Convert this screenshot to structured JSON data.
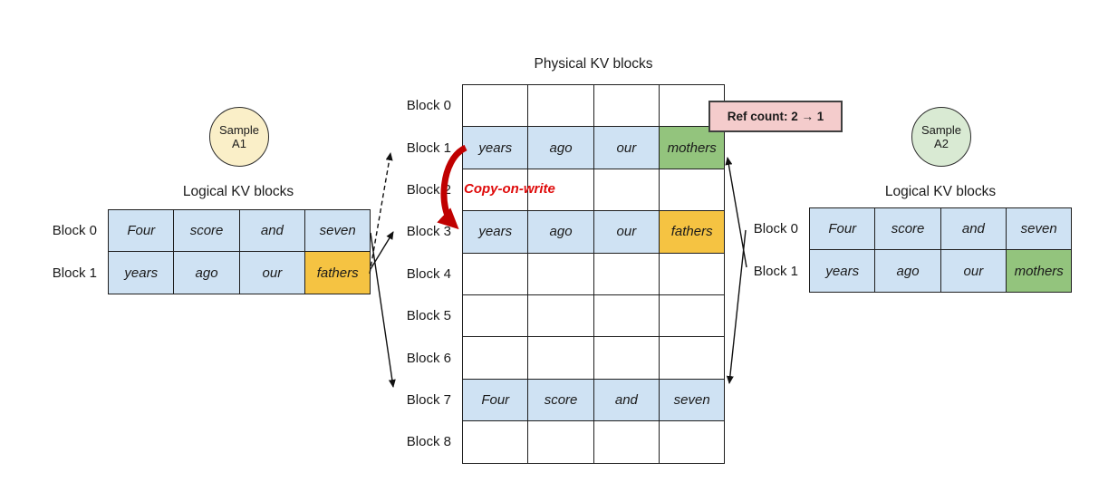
{
  "colors": {
    "cell_blue": "#CFE2F3",
    "cell_yellow": "#F5C342",
    "cell_green": "#93C47D",
    "cell_white": "#FFFFFF",
    "circle_a1": "#FAEFC8",
    "circle_a2": "#D9EAD3",
    "ref_bg": "#F4CCCC",
    "ref_border": "#3F3F3F",
    "cow_red": "#DF0B0B",
    "arrow_red": "#C00000",
    "line_black": "#111111"
  },
  "samples": {
    "a1": {
      "line1": "Sample",
      "line2": "A1"
    },
    "a2": {
      "line1": "Sample",
      "line2": "A2"
    }
  },
  "physical": {
    "title": "Physical KV blocks",
    "rows": [
      {
        "label": "Block 0",
        "cells": [
          {
            "t": "",
            "f": "cell_white"
          },
          {
            "t": "",
            "f": "cell_white"
          },
          {
            "t": "",
            "f": "cell_white"
          },
          {
            "t": "",
            "f": "cell_white"
          }
        ]
      },
      {
        "label": "Block 1",
        "cells": [
          {
            "t": "years",
            "f": "cell_blue"
          },
          {
            "t": "ago",
            "f": "cell_blue"
          },
          {
            "t": "our",
            "f": "cell_blue"
          },
          {
            "t": "mothers",
            "f": "cell_green"
          }
        ]
      },
      {
        "label": "Block 2",
        "cells": [
          {
            "t": "",
            "f": "cell_white"
          },
          {
            "t": "",
            "f": "cell_white"
          },
          {
            "t": "",
            "f": "cell_white"
          },
          {
            "t": "",
            "f": "cell_white"
          }
        ]
      },
      {
        "label": "Block 3",
        "cells": [
          {
            "t": "years",
            "f": "cell_blue"
          },
          {
            "t": "ago",
            "f": "cell_blue"
          },
          {
            "t": "our",
            "f": "cell_blue"
          },
          {
            "t": "fathers",
            "f": "cell_yellow"
          }
        ]
      },
      {
        "label": "Block 4",
        "cells": [
          {
            "t": "",
            "f": "cell_white"
          },
          {
            "t": "",
            "f": "cell_white"
          },
          {
            "t": "",
            "f": "cell_white"
          },
          {
            "t": "",
            "f": "cell_white"
          }
        ]
      },
      {
        "label": "Block 5",
        "cells": [
          {
            "t": "",
            "f": "cell_white"
          },
          {
            "t": "",
            "f": "cell_white"
          },
          {
            "t": "",
            "f": "cell_white"
          },
          {
            "t": "",
            "f": "cell_white"
          }
        ]
      },
      {
        "label": "Block 6",
        "cells": [
          {
            "t": "",
            "f": "cell_white"
          },
          {
            "t": "",
            "f": "cell_white"
          },
          {
            "t": "",
            "f": "cell_white"
          },
          {
            "t": "",
            "f": "cell_white"
          }
        ]
      },
      {
        "label": "Block 7",
        "cells": [
          {
            "t": "Four",
            "f": "cell_blue"
          },
          {
            "t": "score",
            "f": "cell_blue"
          },
          {
            "t": "and",
            "f": "cell_blue"
          },
          {
            "t": "seven",
            "f": "cell_blue"
          }
        ]
      },
      {
        "label": "Block 8",
        "cells": [
          {
            "t": "",
            "f": "cell_white"
          },
          {
            "t": "",
            "f": "cell_white"
          },
          {
            "t": "",
            "f": "cell_white"
          },
          {
            "t": "",
            "f": "cell_white"
          }
        ]
      }
    ]
  },
  "logical_a1": {
    "title": "Logical KV blocks",
    "rows": [
      {
        "label": "Block 0",
        "cells": [
          {
            "t": "Four",
            "f": "cell_blue"
          },
          {
            "t": "score",
            "f": "cell_blue"
          },
          {
            "t": "and",
            "f": "cell_blue"
          },
          {
            "t": "seven",
            "f": "cell_blue"
          }
        ]
      },
      {
        "label": "Block 1",
        "cells": [
          {
            "t": "years",
            "f": "cell_blue"
          },
          {
            "t": "ago",
            "f": "cell_blue"
          },
          {
            "t": "our",
            "f": "cell_blue"
          },
          {
            "t": "fathers",
            "f": "cell_yellow"
          }
        ]
      }
    ]
  },
  "logical_a2": {
    "title": "Logical KV blocks",
    "rows": [
      {
        "label": "Block 0",
        "cells": [
          {
            "t": "Four",
            "f": "cell_blue"
          },
          {
            "t": "score",
            "f": "cell_blue"
          },
          {
            "t": "and",
            "f": "cell_blue"
          },
          {
            "t": "seven",
            "f": "cell_blue"
          }
        ]
      },
      {
        "label": "Block 1",
        "cells": [
          {
            "t": "years",
            "f": "cell_blue"
          },
          {
            "t": "ago",
            "f": "cell_blue"
          },
          {
            "t": "our",
            "f": "cell_blue"
          },
          {
            "t": "mothers",
            "f": "cell_green"
          }
        ]
      }
    ]
  },
  "ref_count": {
    "text": "Ref count: 2 → 1"
  },
  "cow": {
    "text": "Copy-on-write"
  }
}
